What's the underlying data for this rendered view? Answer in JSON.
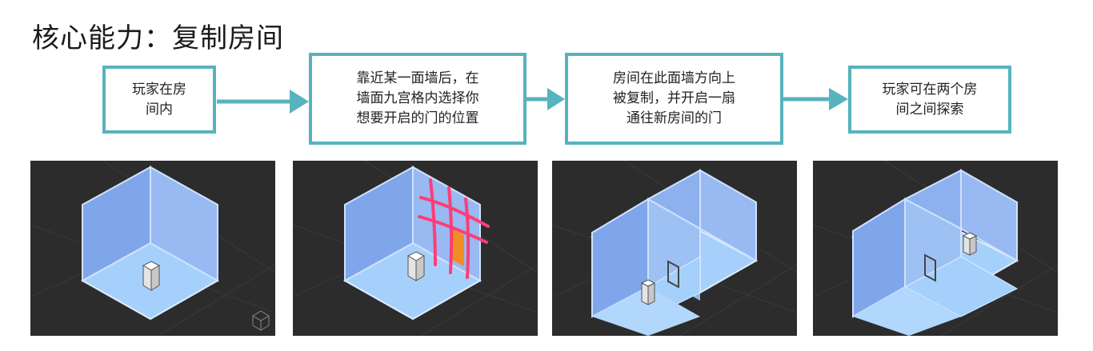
{
  "title": "核心能力：复制房间",
  "steps": [
    "玩家在房\n间内",
    "靠近某一面墙后，在\n墙面九宫格内选择你\n想要开启的门的位置",
    "房间在此面墙方向上\n被复制，并开启一扇\n通往新房间的门",
    "玩家可在两个房\n间之间探索"
  ],
  "colors": {
    "box_border": "#57b3bd",
    "arrow": "#57b3bd",
    "panel_bg": "#2c2c2c",
    "wall_left": "#7fa6ea",
    "wall_right": "#98b9f2",
    "floor": "#a6d0fc",
    "grid_lines": "#ff3d74",
    "door_highlight": "#f28d24"
  },
  "panels": [
    {
      "name": "panel-single-room",
      "icons": [
        "room-icon",
        "player-block-icon"
      ]
    },
    {
      "name": "panel-grid-select",
      "icons": [
        "room-icon",
        "nine-grid-icon",
        "door-highlight-icon",
        "player-block-icon"
      ]
    },
    {
      "name": "panel-room-copied",
      "icons": [
        "double-room-icon",
        "door-icon",
        "player-block-icon"
      ]
    },
    {
      "name": "panel-explore",
      "icons": [
        "double-room-icon",
        "door-icon",
        "player-block-icon"
      ]
    }
  ]
}
